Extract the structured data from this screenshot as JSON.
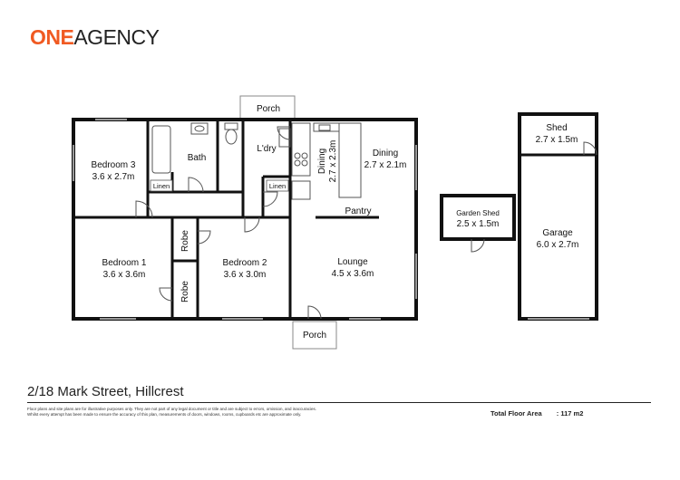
{
  "brand": {
    "one": "ONE",
    "agency": "AGENCY",
    "accent_color": "#f05a22"
  },
  "address": "2/18 Mark Street, Hillcrest",
  "disclaimer": {
    "line1": "Floor plans and site plans are for illustrative purposes only. They are not part of any legal document or title and are subject to errors, omission, and inaccuracies.",
    "line2": "Whilst every attempt has been made to ensure the accuracy of this plan, measurements of doors, windows, rooms, cupboards etc are approximate only."
  },
  "total_area": {
    "label": "Total Floor Area",
    "separator": ":",
    "value": "117 m2"
  },
  "rooms": {
    "porch_top": "Porch",
    "bedroom3": {
      "name": "Bedroom 3",
      "size": "3.6 x 2.7m"
    },
    "bath": "Bath",
    "laundry": "L'dry",
    "linen1": "Linen",
    "linen2": "Linen",
    "dining_kitchen": {
      "name": "Dining",
      "size": "2.7 x 2.3m"
    },
    "dining": {
      "name": "Dining",
      "size": "2.7 x 2.1m"
    },
    "pantry": "Pantry",
    "bedroom1": {
      "name": "Bedroom 1",
      "size": "3.6 x 3.6m"
    },
    "robe1": "Robe",
    "robe2": "Robe",
    "bedroom2": {
      "name": "Bedroom 2",
      "size": "3.6 x 3.0m"
    },
    "lounge": {
      "name": "Lounge",
      "size": "4.5 x 3.6m"
    },
    "porch_bottom": "Porch",
    "garden_shed": {
      "name": "Garden Shed",
      "size": "2.5 x 1.5m"
    },
    "shed": {
      "name": "Shed",
      "size": "2.7 x 1.5m"
    },
    "garage": {
      "name": "Garage",
      "size": "6.0 x 2.7m"
    }
  }
}
